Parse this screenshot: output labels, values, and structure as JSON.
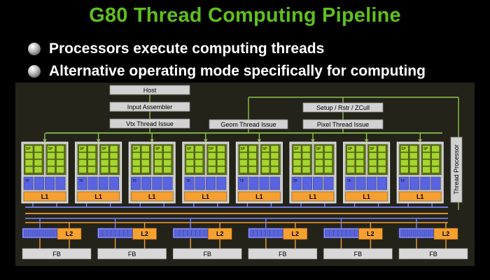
{
  "title": "G80 Thread Computing Pipeline",
  "bullets": [
    "Processors execute computing threads",
    "Alternative operating mode specifically for computing"
  ],
  "diagram": {
    "host_label": "Host",
    "input_assembler_label": "Input Assembler",
    "vtx_issue_label": "Vtx Thread Issue",
    "geom_issue_label": "Geom Thread Issue",
    "setup_label": "Setup / Rstr / ZCull",
    "pixel_issue_label": "Pixel Thread Issue",
    "thread_processor_label": "Thread Processor",
    "sp_label": "SP",
    "tf_label": "TF",
    "l1_label": "L1",
    "l2_label": "L2",
    "fb_label": "FB",
    "cluster_count": 8,
    "partition_count": 6
  },
  "colors": {
    "title_green": "#5fbf1f",
    "sp_green": "#a6d62e",
    "tf_blue": "#5a64e0",
    "l1_orange": "#f5a030",
    "l2_orange": "#f5a030",
    "gray_box": "#d2d2d2",
    "wire_green": "#8bc34a",
    "wire_blue": "#7b84ff",
    "wire_orange": "#f5a030"
  }
}
